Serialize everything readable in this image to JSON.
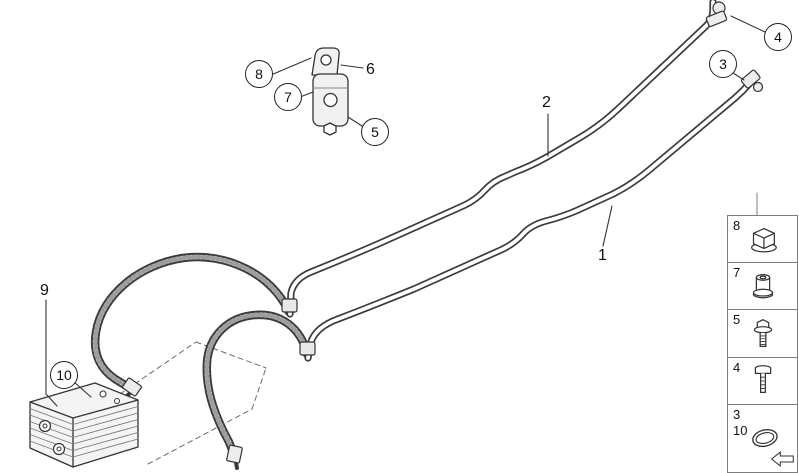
{
  "callouts": {
    "n1": "1",
    "n2": "2",
    "n3": "3",
    "n4": "4",
    "n5": "5",
    "n6": "6",
    "n7": "7",
    "n8": "8",
    "n9": "9",
    "n10": "10"
  },
  "legend": {
    "items": [
      {
        "num": "8",
        "icon": "flange-nut-icon"
      },
      {
        "num": "7",
        "icon": "union-sleeve-icon"
      },
      {
        "num": "5",
        "icon": "hex-flange-bolt-icon"
      },
      {
        "num": "4",
        "icon": "hex-bolt-icon"
      },
      {
        "num": "3",
        "num2": "10",
        "icon": "o-ring-icon"
      }
    ]
  },
  "colors": {
    "line": "#3b3b3b",
    "part_fill": "#f1f1f1",
    "background": "#ffffff"
  }
}
